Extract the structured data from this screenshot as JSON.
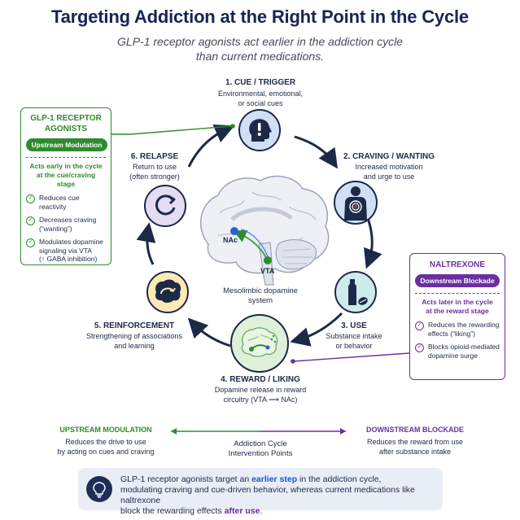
{
  "header": {
    "title": "Targeting Addiction at the Right Point in the Cycle",
    "subtitle_line1": "GLP-1 receptor agonists act earlier in the addiction cycle",
    "subtitle_line2": "than current medications."
  },
  "stages": {
    "cue": {
      "title": "1. CUE / TRIGGER",
      "desc1": "Environmental, emotional,",
      "desc2": "or social cues",
      "icon": "head-exclamation-icon"
    },
    "craving": {
      "title": "2. CRAVING / WANTING",
      "desc1": "Increased motivation",
      "desc2": "and urge to use",
      "icon": "body-target-icon"
    },
    "use": {
      "title": "3. USE",
      "desc1": "Substance intake",
      "desc2": "or behavior",
      "icon": "bottle-pill-icon"
    },
    "reward": {
      "title": "4. REWARD / LIKING",
      "desc1": "Dopamine release in reward",
      "desc2": "circuitry (VTA ⟶ NAc)",
      "icon": "brain-reward-icon"
    },
    "reinforcement": {
      "title": "5. REINFORCEMENT",
      "desc1": "Strengthening of associations",
      "desc2": "and learning",
      "icon": "brain-loop-icon"
    },
    "relapse": {
      "title": "6. RELAPSE",
      "desc1": "Return to use",
      "desc2": "(often stronger)",
      "icon": "circular-arrow-icon"
    }
  },
  "brain": {
    "nac_label": "NAc",
    "vta_label": "VTA",
    "caption1": "Mesolimbic dopamine",
    "caption2": "system"
  },
  "glp1_panel": {
    "title1": "GLP-1 RECEPTOR",
    "title2": "AGONISTS",
    "pill": "Upstream Modulation",
    "sub1": "Acts early in the cycle",
    "sub2": "at the cue/craving",
    "sub3": "stage",
    "items": [
      {
        "l1": "Reduces cue reactivity",
        "l2": ""
      },
      {
        "l1": "Decreases craving",
        "l2": "(“wanting”)"
      },
      {
        "l1": "Modulates dopamine",
        "l2": "signaling via VTA",
        "l3": "(↑ GABA inhibition)"
      }
    ],
    "color": "#2e8b2e"
  },
  "naltrexone_panel": {
    "title": "NALTREXONE",
    "pill": "Downstream Blockade",
    "sub1": "Acts later in the cycle",
    "sub2": "at the reward stage",
    "items": [
      {
        "l1": "Reduces the rewarding",
        "l2": "effects (“liking”)"
      },
      {
        "l1": "Blocks opioid-mediated",
        "l2": "dopamine surge"
      }
    ],
    "color": "#6b2fa0"
  },
  "bottom": {
    "upstream_label": "UPSTREAM MODULATION",
    "upstream_desc1": "Reduces the drive to use",
    "upstream_desc2": "by acting on cues and craving",
    "center1": "Addiction Cycle",
    "center2": "Intervention Points",
    "downstream_label": "DOWNSTREAM BLOCKADE",
    "downstream_desc1": "Reduces the reward from use",
    "downstream_desc2": "after substance intake"
  },
  "note": {
    "icon": "lightbulb-icon",
    "p1": "GLP-1 receptor agonists target an ",
    "p2": "earlier step",
    "p3": " in the addiction cycle,",
    "p4": "modulating craving and cue-driven behavior, whereas current medications like naltrexone",
    "p5": "block the rewarding effects ",
    "p6": "after use",
    "p7": "."
  }
}
